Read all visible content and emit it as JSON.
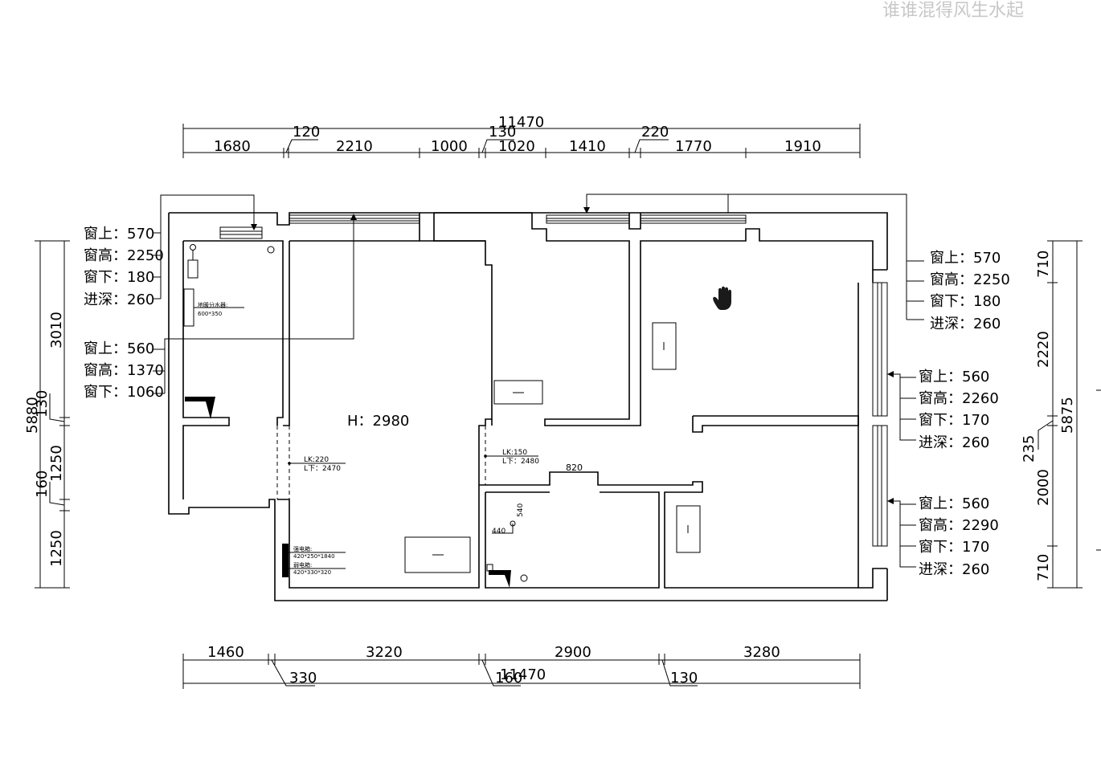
{
  "watermark": "谁谁混得风生水起",
  "top_dims": {
    "total": "11470",
    "over_120": "120",
    "over_130": "130",
    "over_220": "220",
    "segments": [
      "1680",
      "2210",
      "1000",
      "1020",
      "1410",
      "1770",
      "1910"
    ]
  },
  "bottom_dims": {
    "total": "11470",
    "segments": [
      "1460",
      "3220",
      "2900",
      "3280"
    ],
    "under_330": "330",
    "under_160": "160",
    "under_130": "130"
  },
  "left_dims": {
    "outer": "5880",
    "inner": [
      "3010",
      "130",
      "1250",
      "160",
      "1250"
    ]
  },
  "right_dims": {
    "outer": "5875",
    "inner": [
      "710",
      "2220",
      "235",
      "2000",
      "710"
    ]
  },
  "window_notes": {
    "left_top": [
      "窗上：570",
      "窗高：2250",
      "窗下：180",
      "进深：260"
    ],
    "left_mid": [
      "窗上：560",
      "窗高：1370",
      "窗下：1060"
    ],
    "right_top": [
      "窗上：570",
      "窗高：2250",
      "窗下：180",
      "进深：260"
    ],
    "right_mid": [
      "窗上：560",
      "窗高：2260",
      "窗下：170",
      "进深：260"
    ],
    "right_bottom": [
      "窗上：560",
      "窗高：2290",
      "窗下：170",
      "进深：260"
    ]
  },
  "plan_labels": {
    "height": "H：2980",
    "lk_left": "LK:220",
    "lk_left_low": "L下：2470",
    "lk_right": "LK:150",
    "lk_right_low": "L下：2480",
    "dim_820": "820",
    "dim_540": "540",
    "dim_440": "440",
    "floor_heating": "地暖分水器:",
    "floor_heating_size": "600*350",
    "box1": "强电箱:",
    "box1_size": "420*250*1840",
    "box2": "弱电箱:",
    "box2_size": "420*330*320"
  },
  "colors": {
    "line": "#000000",
    "watermark": "#c8c8c8",
    "background": "#ffffff"
  }
}
